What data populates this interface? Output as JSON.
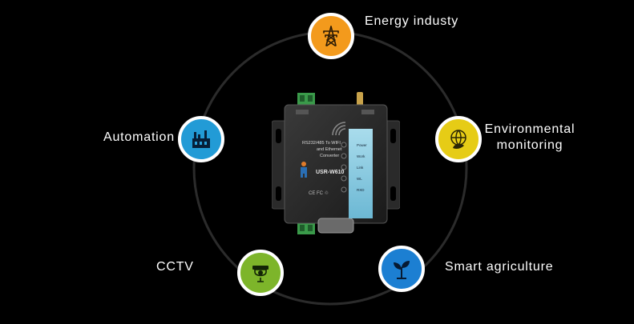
{
  "features": [
    {
      "key": "energy",
      "label": "Energy industy",
      "color": "#F39A1C",
      "icon": "transmission-tower-icon"
    },
    {
      "key": "environment",
      "label_line1": "Environmental",
      "label_line2": "monitoring",
      "color": "#E6CC16",
      "icon": "globe-leaf-icon"
    },
    {
      "key": "agriculture",
      "label": "Smart agriculture",
      "color": "#1C7FD2",
      "icon": "sprout-icon"
    },
    {
      "key": "cctv",
      "label": "CCTV",
      "color": "#7DB52A",
      "icon": "security-camera-icon"
    },
    {
      "key": "automation",
      "label": "Automation",
      "color": "#229BD6",
      "icon": "factory-icon"
    }
  ],
  "device": {
    "title_line1": "RS232/485 To WIFI",
    "title_line2": "and Ethernet",
    "title_line3": "Converter",
    "model": "USR-W610",
    "cert_marks": "CE FC ♲",
    "leds": [
      "Power",
      "Work",
      "Link",
      "WL",
      "RXD"
    ]
  }
}
